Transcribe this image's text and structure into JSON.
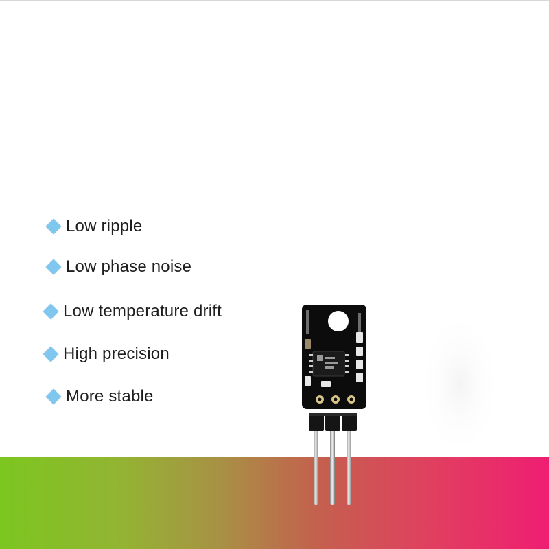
{
  "features": [
    {
      "label": "Low ripple",
      "icon": "diamond-bullet-icon"
    },
    {
      "label": "Low phase noise",
      "icon": "diamond-bullet-icon"
    },
    {
      "label": "Low temperature drift",
      "icon": "diamond-bullet-icon"
    },
    {
      "label": "High precision",
      "icon": "diamond-bullet-icon"
    },
    {
      "label": "More stable",
      "icon": "diamond-bullet-icon"
    }
  ],
  "product": {
    "image": "voltage-regulator-module-image",
    "pins": 3
  },
  "colors": {
    "bullet": "#7fc7ef",
    "band_start": "#7cc61f",
    "band_end": "#ef1e72",
    "pcb": "#0c0c0c"
  }
}
